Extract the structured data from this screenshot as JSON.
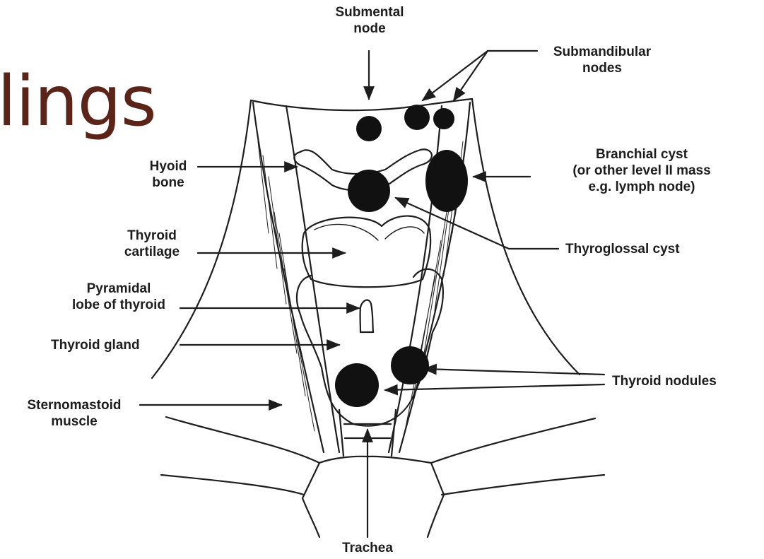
{
  "slide_title": "lings",
  "labels": {
    "submental_node": [
      "Submental",
      "node"
    ],
    "submandibular_nodes": [
      "Submandibular",
      "nodes"
    ],
    "branchial_cyst": [
      "Branchial cyst",
      "(or other level II mass",
      "e.g. lymph node)"
    ],
    "hyoid_bone": [
      "Hyoid",
      "bone"
    ],
    "thyroglossal_cyst": [
      "Thyroglossal cyst"
    ],
    "thyroid_cartilage": [
      "Thyroid",
      "cartilage"
    ],
    "pyramidal_lobe": [
      "Pyramidal",
      "lobe of thyroid"
    ],
    "thyroid_gland": [
      "Thyroid gland"
    ],
    "thyroid_nodules": [
      "Thyroid nodules"
    ],
    "sternomastoid_muscle": [
      "Sternomastoid",
      "muscle"
    ],
    "trachea": [
      "Trachea"
    ]
  },
  "colors": {
    "title": "#5a2418",
    "ink": "#1d1d1d",
    "background": "#ffffff"
  }
}
